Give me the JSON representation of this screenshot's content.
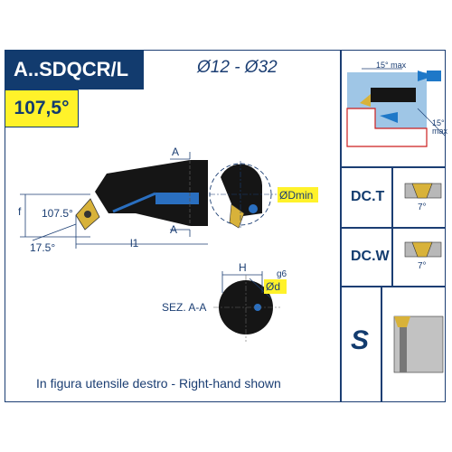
{
  "header": {
    "title": "A..SDQCR/L",
    "angle": "107,5°",
    "range": "Ø12 - Ø32"
  },
  "main_drawing": {
    "angle_top": "107.5°",
    "angle_bottom": "17.5°",
    "label_f": "f",
    "label_l1": "l1",
    "section_mark": "A",
    "dmin_label": "ØDmin",
    "section_label": "SEZ. A-A",
    "h_label": "H",
    "d_label": "Ød",
    "tolerance": "g6"
  },
  "side_panel": {
    "angle_max_top": "15° max",
    "angle_max_side_value": "15°",
    "angle_max_side_word": "max",
    "screw_codes": [
      {
        "code": "DC.T",
        "angle": "7°"
      },
      {
        "code": "DC.W",
        "angle": "7°"
      }
    ],
    "clamp_code": "S"
  },
  "footer": {
    "note": "In figura utensile destro  -  Right-hand shown"
  },
  "colors": {
    "navy": "#123b6e",
    "yellow": "#fff22a",
    "blue": "#1e78c8",
    "water": "#9fc6e6"
  }
}
